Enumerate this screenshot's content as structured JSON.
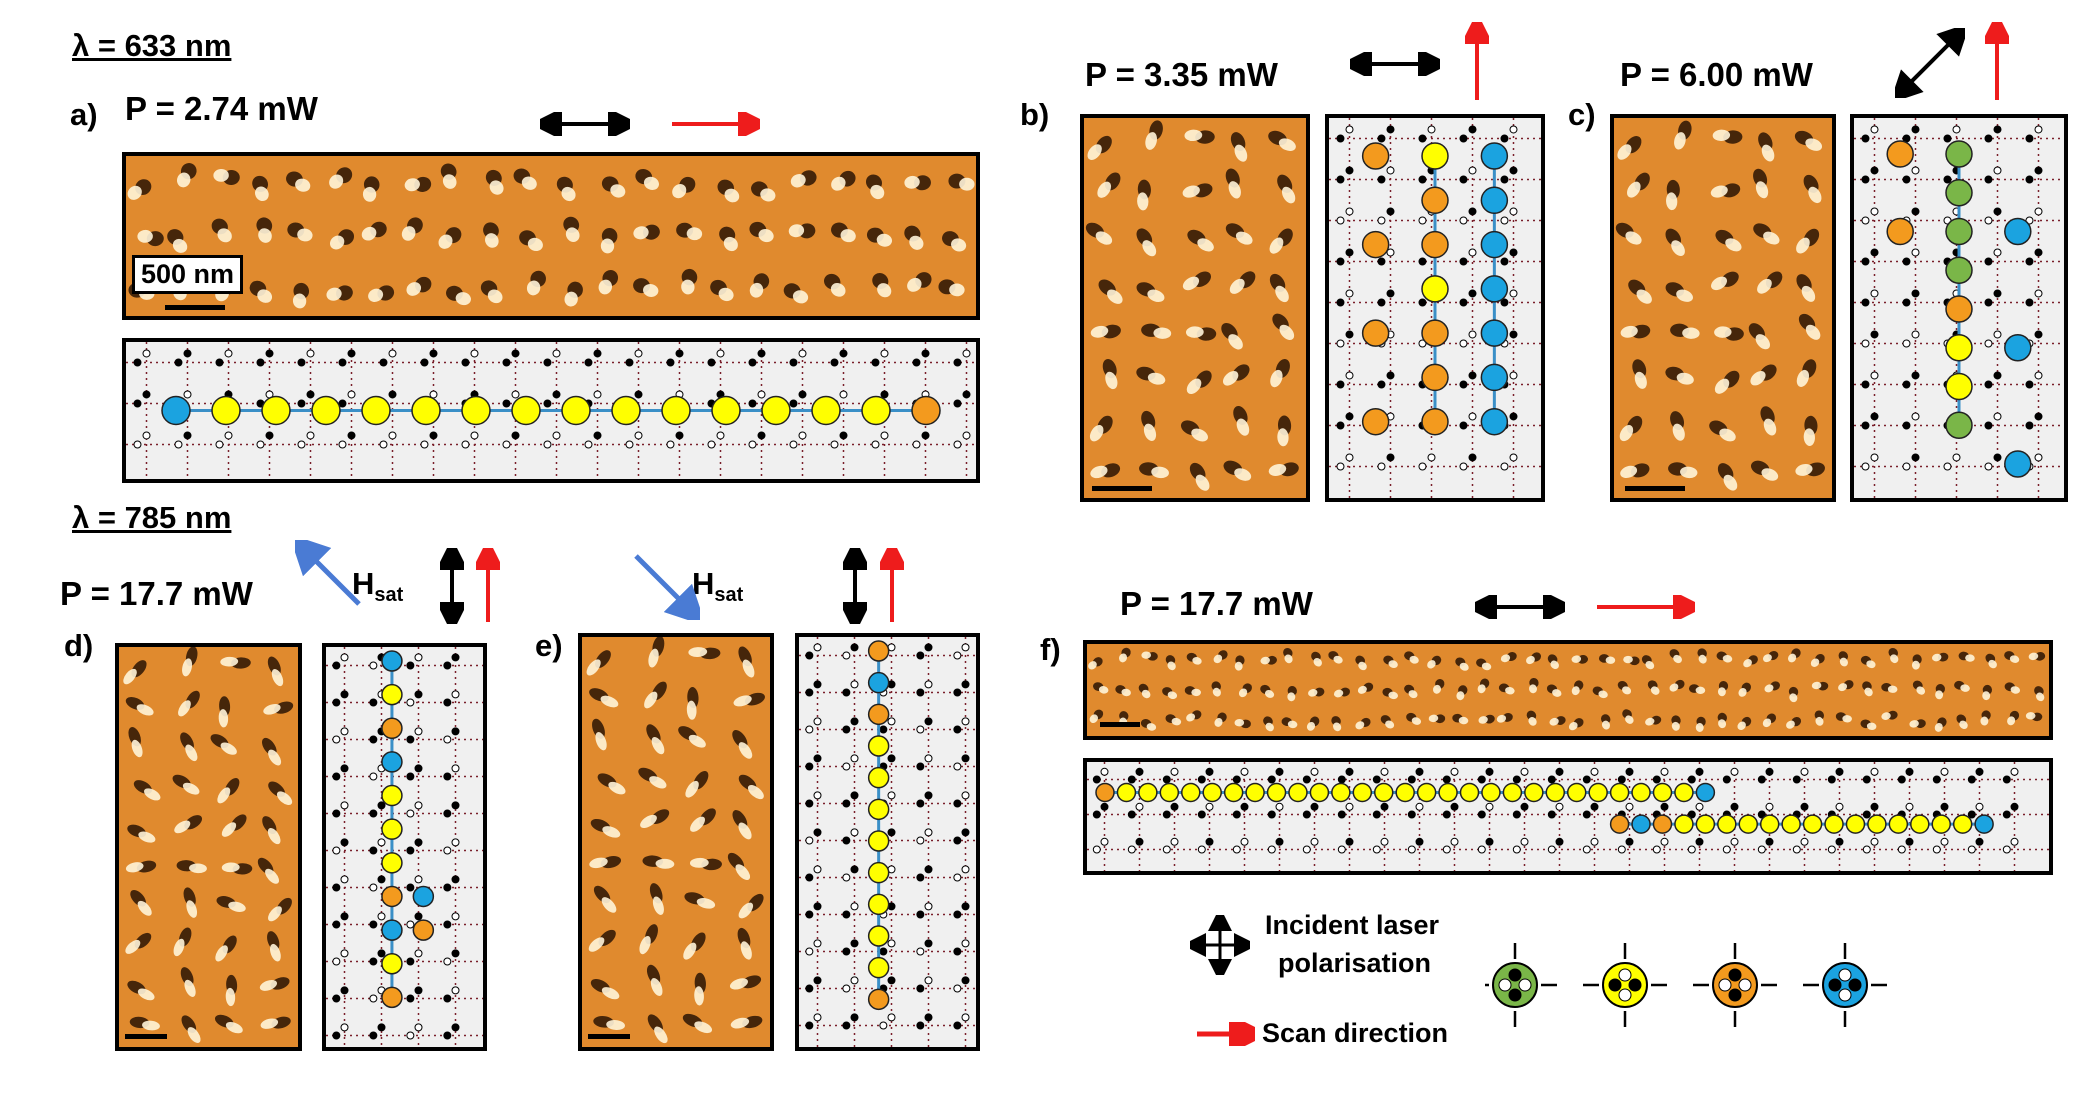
{
  "wavelengths": {
    "first": "λ = 633 nm",
    "second": "λ = 785 nm"
  },
  "panels": {
    "a": {
      "label": "a)",
      "power": "P = 2.74 mW",
      "scale_bar": "500 nm",
      "chain": [
        "blue",
        "yellow",
        "yellow",
        "yellow",
        "yellow",
        "yellow",
        "yellow",
        "yellow",
        "yellow",
        "yellow",
        "yellow",
        "yellow",
        "yellow",
        "yellow",
        "yellow",
        "orange"
      ]
    },
    "b": {
      "label": "b)",
      "power": "P = 3.35 mW",
      "col1": [
        "orange",
        "orange",
        "orange",
        "orange"
      ],
      "col2": [
        "yellow",
        "orange",
        "orange",
        "yellow",
        "orange",
        "orange",
        "orange"
      ],
      "col3": [
        "blue",
        "blue",
        "blue",
        "blue",
        "blue",
        "blue",
        "blue"
      ]
    },
    "c": {
      "label": "c)",
      "power": "P = 6.00 mW",
      "col1": [
        "orange",
        "orange"
      ],
      "col2": [
        "green",
        "green",
        "green",
        "green",
        "orange",
        "yellow",
        "yellow",
        "green"
      ],
      "col3": [
        "blue",
        "blue",
        "blue"
      ]
    },
    "d": {
      "label": "d)",
      "power": "P = 17.7 mW",
      "field": "H",
      "field_sub": "sat",
      "chain": [
        "blue",
        "yellow",
        "orange",
        "blue",
        "yellow",
        "yellow",
        "yellow",
        "orange",
        "blue",
        "yellow",
        "orange"
      ],
      "side": [
        "blue",
        "orange"
      ]
    },
    "e": {
      "label": "e)",
      "field": "H",
      "field_sub": "sat",
      "chain": [
        "orange",
        "blue",
        "orange",
        "yellow",
        "yellow",
        "yellow",
        "yellow",
        "yellow",
        "yellow",
        "yellow",
        "yellow",
        "orange"
      ]
    },
    "f": {
      "label": "f)",
      "power": "P = 17.7 mW",
      "top_row": [
        "orange",
        "yellow",
        "yellow",
        "yellow",
        "yellow",
        "yellow",
        "yellow",
        "yellow",
        "yellow",
        "yellow",
        "yellow",
        "yellow",
        "yellow",
        "yellow",
        "yellow",
        "yellow",
        "yellow",
        "yellow",
        "yellow",
        "yellow",
        "yellow",
        "yellow",
        "yellow",
        "yellow",
        "yellow",
        "yellow",
        "yellow",
        "yellow",
        "blue"
      ],
      "bottom_row": [
        "orange",
        "blue",
        "orange",
        "yellow",
        "yellow",
        "yellow",
        "yellow",
        "yellow",
        "yellow",
        "yellow",
        "yellow",
        "yellow",
        "yellow",
        "yellow",
        "yellow",
        "yellow",
        "yellow",
        "blue"
      ]
    }
  },
  "legend": {
    "polarisation_line1": "Incident laser",
    "polarisation_line2": "polarisation",
    "scan": "Scan direction",
    "states": [
      "green",
      "yellow",
      "orange",
      "blue"
    ]
  },
  "colors": {
    "blue": "#1ba3e0",
    "yellow": "#ffff00",
    "orange": "#f39a1e",
    "green": "#7ab648",
    "scan_arrow": "#ee1c1c",
    "field_arrow": "#4a7bd4",
    "polarisation_arrow": "#000000",
    "afm_base": "#e08a2e"
  }
}
